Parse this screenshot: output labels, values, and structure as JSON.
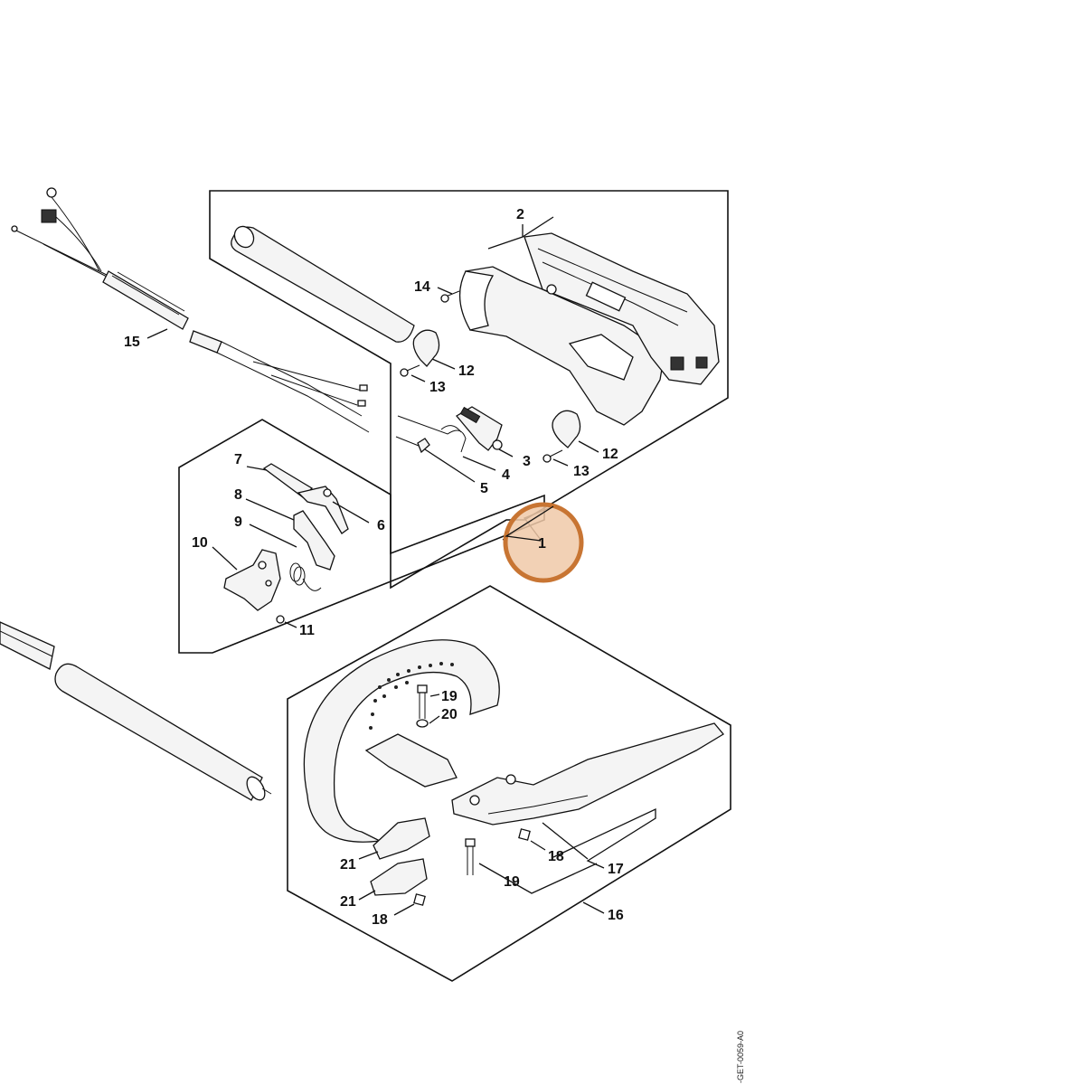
{
  "diagram": {
    "callouts": [
      {
        "id": "c1",
        "label": "1"
      },
      {
        "id": "c2",
        "label": "2"
      },
      {
        "id": "c3",
        "label": "3"
      },
      {
        "id": "c4",
        "label": "4"
      },
      {
        "id": "c5",
        "label": "5"
      },
      {
        "id": "c6",
        "label": "6"
      },
      {
        "id": "c7",
        "label": "7"
      },
      {
        "id": "c8",
        "label": "8"
      },
      {
        "id": "c9",
        "label": "9"
      },
      {
        "id": "c10",
        "label": "10"
      },
      {
        "id": "c11",
        "label": "11"
      },
      {
        "id": "c12a",
        "label": "12"
      },
      {
        "id": "c12b",
        "label": "12"
      },
      {
        "id": "c13a",
        "label": "13"
      },
      {
        "id": "c13b",
        "label": "13"
      },
      {
        "id": "c14",
        "label": "14"
      },
      {
        "id": "c15",
        "label": "15"
      },
      {
        "id": "c16",
        "label": "16"
      },
      {
        "id": "c17",
        "label": "17"
      },
      {
        "id": "c18a",
        "label": "18"
      },
      {
        "id": "c18b",
        "label": "18"
      },
      {
        "id": "c19a",
        "label": "19"
      },
      {
        "id": "c19b",
        "label": "19"
      },
      {
        "id": "c20",
        "label": "20"
      },
      {
        "id": "c21a",
        "label": "21"
      },
      {
        "id": "c21b",
        "label": "21"
      }
    ],
    "highlight": {
      "label": "1",
      "color": "#c87533",
      "fill": "#f0c9a8"
    },
    "drawing_code": "-GET-0059-A0"
  }
}
